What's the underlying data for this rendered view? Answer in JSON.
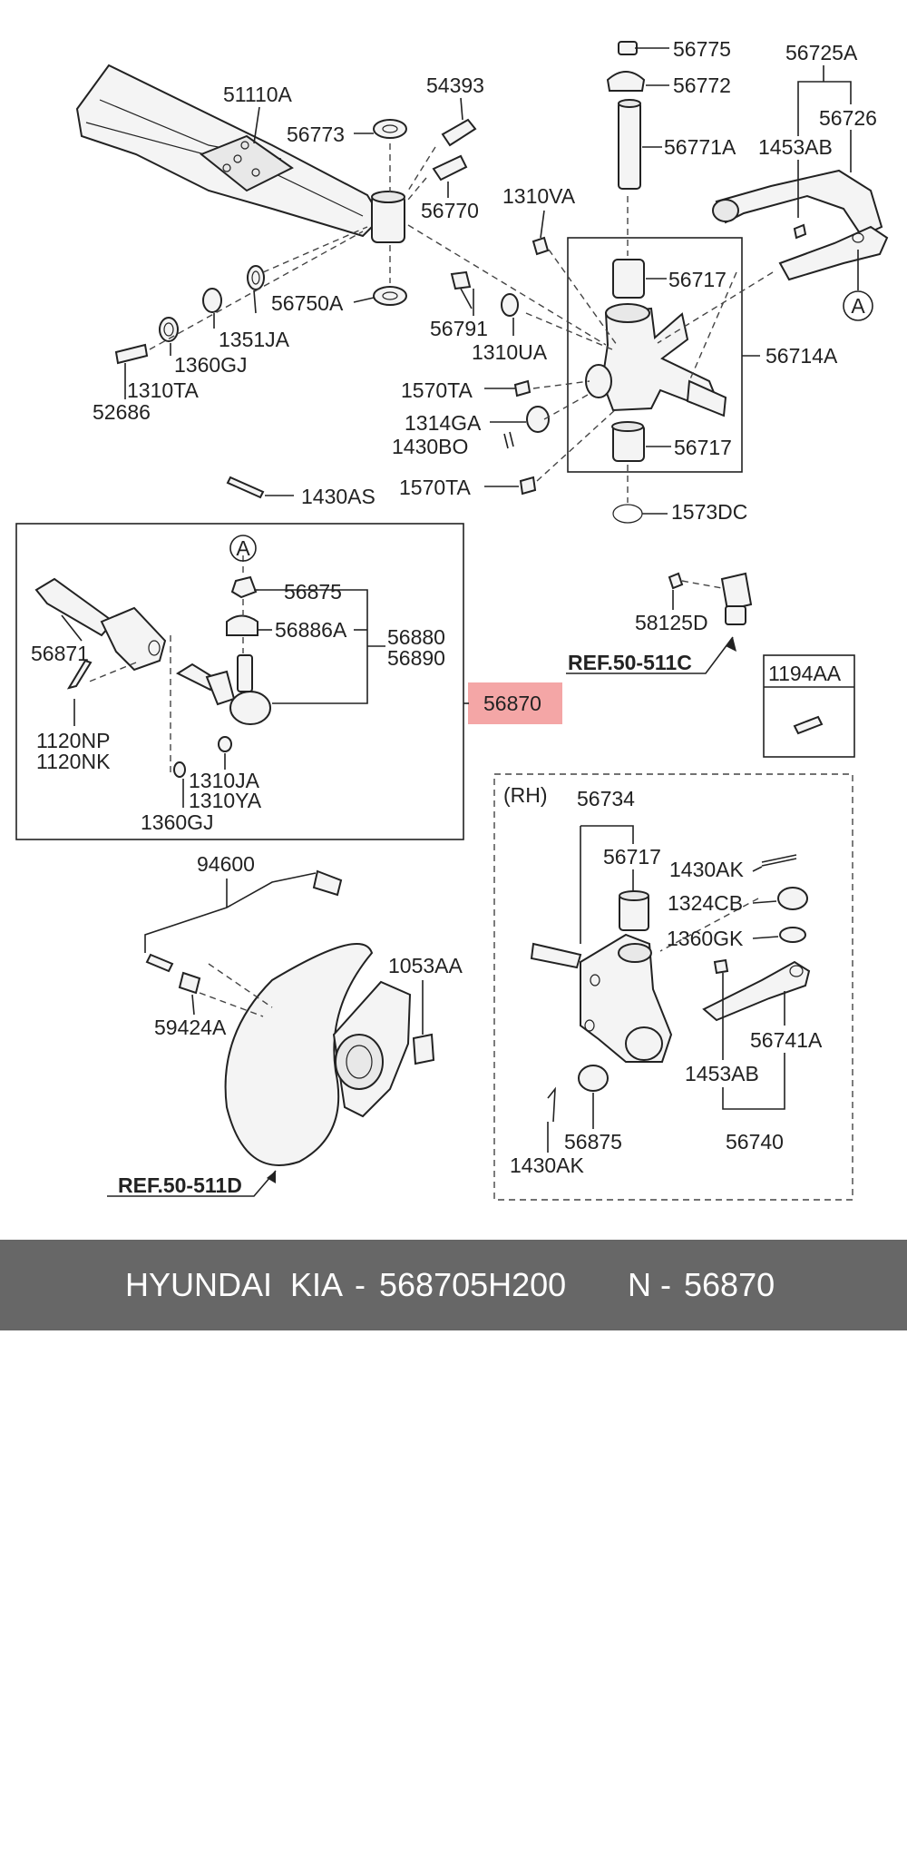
{
  "highlight_color": "#f4a6a6",
  "labels": {
    "p56775": "56775",
    "p56772": "56772",
    "p56725A": "56725A",
    "p51110A": "51110A",
    "p54393": "54393",
    "p56726": "56726",
    "p56773": "56773",
    "p56771A": "56771A",
    "p1453AB_top": "1453AB",
    "p56770": "56770",
    "p1310VA": "1310VA",
    "p56717_top": "56717",
    "p56750A": "56750A",
    "p1351JA": "1351JA",
    "p56791": "56791",
    "p1360GJ_top": "1360GJ",
    "p1310UA": "1310UA",
    "p56714A": "56714A",
    "p1310TA": "1310TA",
    "p52686": "52686",
    "p1570TA_a": "1570TA",
    "p1314GA": "1314GA",
    "p1430BO": "1430BO",
    "p56717_mid": "56717",
    "p1570TA_b": "1570TA",
    "p1430AS": "1430AS",
    "p1573DC": "1573DC",
    "circleA_top": "A",
    "circleA_box": "A",
    "p56875_box": "56875",
    "p56886A": "56886A",
    "p56880": "56880",
    "p56890": "56890",
    "p56871": "56871",
    "p58125D": "58125D",
    "ref_511C": "REF.50-511C",
    "p56870": "56870",
    "p1194AA": "1194AA",
    "p1120NP": "1120NP",
    "p1120NK": "1120NK",
    "p1310JA": "1310JA",
    "p1310YA": "1310YA",
    "p1360GJ_box": "1360GJ",
    "rh": "(RH)",
    "p56734": "56734",
    "p94600": "94600",
    "p56717_rh": "56717",
    "p1430AK_top": "1430AK",
    "p1324CB": "1324CB",
    "p1360GK": "1360GK",
    "p1053AA": "1053AA",
    "p59424A": "59424A",
    "p56741A": "56741A",
    "p1453AB_rh": "1453AB",
    "p56875_rh": "56875",
    "p56740": "56740",
    "p1430AK_bot": "1430AK",
    "ref_511D": "REF.50-511D"
  },
  "footer": {
    "brand": "HYUNDAI  KIA",
    "sep1": "-",
    "part_number": "568705H200",
    "n_label": "N",
    "sep2": "-",
    "n_value": "56870"
  }
}
